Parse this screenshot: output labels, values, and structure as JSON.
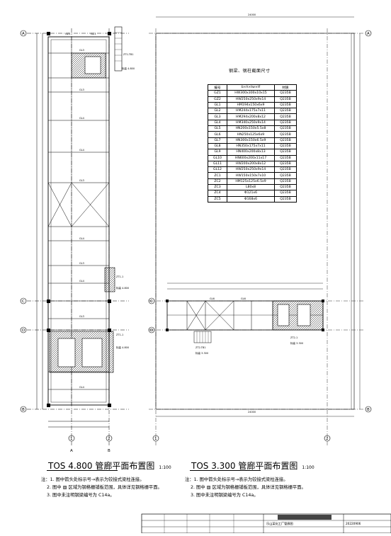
{
  "axes": {
    "A": "A",
    "B": "B",
    "C": "C",
    "D": "D",
    "n1": "1",
    "n2": "2"
  },
  "drawings": {
    "left": {
      "title": "TOS 4.800 管廊平面布置图",
      "scale": "1:100"
    },
    "right": {
      "title": "TOS 3.300 管廊平面布置图",
      "scale": "1:100"
    }
  },
  "table": {
    "title": "钢梁、钢柱截面尺寸",
    "headers": [
      "编号",
      "b×h×tw×tf",
      "材质"
    ],
    "rows": [
      [
        "GZ1",
        "HW300x300x10x15",
        "Q235B"
      ],
      [
        "GZ2",
        "HW250x250x9x14",
        "Q235B"
      ],
      [
        "GL1",
        "HM194x150x6x9",
        "Q235B"
      ],
      [
        "GL2",
        "HM244x175x7x11",
        "Q235B"
      ],
      [
        "GL3",
        "HM294x200x8x12",
        "Q235B"
      ],
      [
        "GL4",
        "HM340x250x9x14",
        "Q235B"
      ],
      [
        "GL5",
        "HN200x150x5.5x8",
        "Q235B"
      ],
      [
        "GL6",
        "HN250x125x6x9",
        "Q235B"
      ],
      [
        "GL7",
        "HN300x150x6.5x9",
        "Q235B"
      ],
      [
        "GL8",
        "HN350x175x7x11",
        "Q235B"
      ],
      [
        "GL9",
        "HN400x200x8x13",
        "Q235B"
      ],
      [
        "GL10",
        "HN600x200x11x17",
        "Q235B"
      ],
      [
        "GL11",
        "HW200x200x8x12",
        "Q235B"
      ],
      [
        "GL12",
        "HW250x250x9x14",
        "Q235B"
      ],
      [
        "ZC1",
        "HW150x150x7x10",
        "Q235B"
      ],
      [
        "ZC2",
        "HM125x125x6.5x9",
        "Q235B"
      ],
      [
        "ZC3",
        "L80x8",
        "Q235B"
      ],
      [
        "ZC4",
        "Φ121x6",
        "Q235B"
      ],
      [
        "ZC5",
        "Φ168x6",
        "Q235B"
      ]
    ]
  },
  "notes_left": [
    "注：1. 图中箭头处标示号→表示为铰接式梁柱连接。",
    "2. 图中 ▨ 区域为钢格栅铺板范围，具体详见钢格栅平面。",
    "3. 图中未注明钢梁编号为 C14a。"
  ],
  "notes_right": [
    "注：1. 图中箭头处标示号→表示为铰接式梁柱连接。",
    "2. 图中 ▨ 区域为钢格栅铺板范围，具体详见钢格栅平面。",
    "3. 图中未注明钢梁编号为 C14a。"
  ],
  "title_block": {
    "project": "乐山某化工厂管廊图",
    "drawing_no": "20220906"
  }
}
